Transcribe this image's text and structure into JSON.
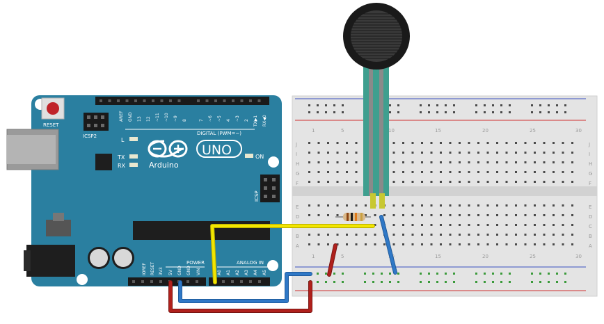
{
  "board": {
    "reset_label": "RESET",
    "icsp2_label": "ICSP2",
    "icsp_label": "ICSP",
    "digital_label": "DIGITAL (PWM=~)",
    "led_l_label": "L",
    "led_tx_label": "TX",
    "led_rx_label": "RX",
    "on_label": "ON",
    "brand_label": "Arduino",
    "model_label": "UNO",
    "power_label": "POWER",
    "analog_label": "ANALOG IN",
    "digital_pins": [
      "AREF",
      "GND",
      "13",
      "12",
      "~11",
      "~10",
      "~9",
      "8",
      "7",
      "~6",
      "~5",
      "4",
      "~3",
      "2",
      "TX▶1",
      "RX◀0"
    ],
    "power_pins": [
      "IOREF",
      "RESET",
      "3V3",
      "5V",
      "GND",
      "GND",
      "VIN"
    ],
    "analog_pins": [
      "A0",
      "A1",
      "A2",
      "A3",
      "A4",
      "A5"
    ]
  },
  "breadboard": {
    "column_numbers": [
      "1",
      "5",
      "10",
      "15",
      "20",
      "25",
      "30"
    ],
    "row_letters_top": [
      "J",
      "I",
      "H",
      "G",
      "F"
    ],
    "row_letters_bottom": [
      "E",
      "D",
      "C",
      "B",
      "A"
    ]
  },
  "colors": {
    "board": "#2a7fa0",
    "wire_yellow": "#f2e600",
    "wire_red": "#b0201c",
    "wire_blue": "#2f78c6",
    "sensor_lead": "#3f9f8f"
  }
}
